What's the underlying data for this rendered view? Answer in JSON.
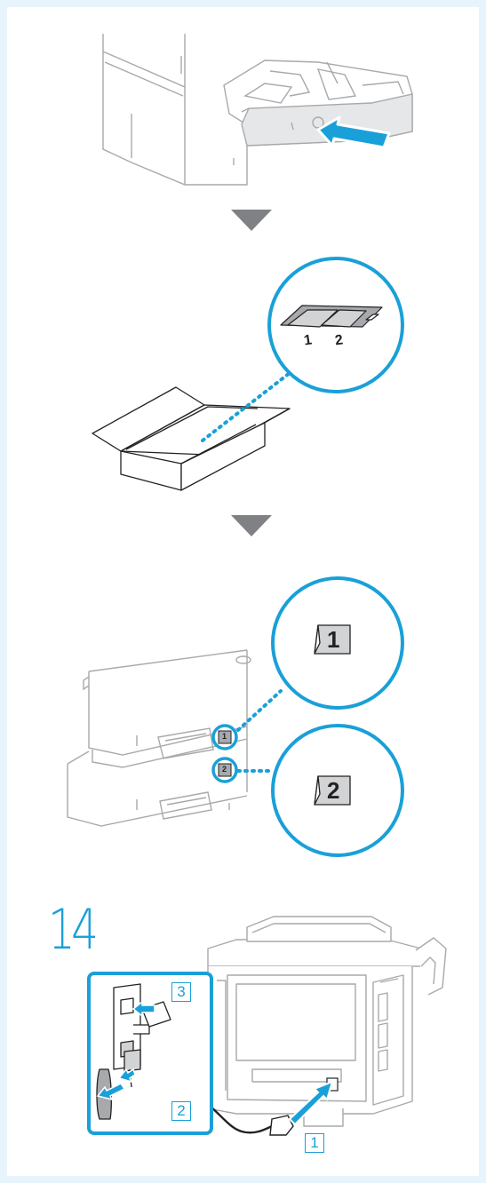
{
  "step": {
    "number": "14"
  },
  "labels": {
    "sheet_1": "1",
    "sheet_2": "2",
    "callout_1": "1",
    "callout_2": "2",
    "drawer_1": "1",
    "drawer_2": "2",
    "step_1": "1",
    "step_2": "2",
    "step_3": "3"
  },
  "colors": {
    "accent": "#1aa0d8",
    "page_bg": "#e8f4fb",
    "line": "#a7a9ac",
    "arrow": "#7f8184"
  },
  "icons": [
    "paper-cassette-illustration",
    "down-triangle-icon",
    "open-box-illustration",
    "label-sheet-callout",
    "stacked-paper-feeders-illustration",
    "printer-illustration",
    "wall-outlet-illustration",
    "power-cord-illustration"
  ]
}
